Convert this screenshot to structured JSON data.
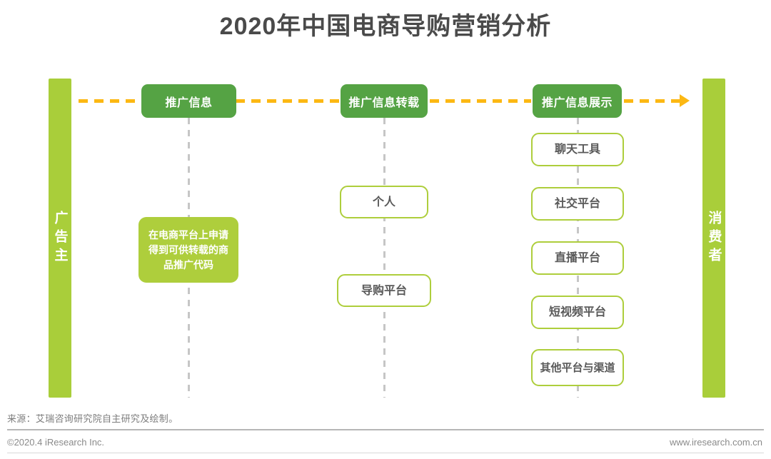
{
  "title": "2020年中国电商导购营销分析",
  "actors": {
    "left": {
      "name": "advertiser",
      "label": "广告主"
    },
    "right": {
      "name": "consumer",
      "label": "消费者"
    }
  },
  "stages": [
    {
      "id": "stage-1",
      "header": "推广信息"
    },
    {
      "id": "stage-2",
      "header": "推广信息转载"
    },
    {
      "id": "stage-3",
      "header": "推广信息展示"
    }
  ],
  "column1": {
    "filled_box": "在电商平台上申请得到可供转载的商品推广代码"
  },
  "column2": {
    "boxes": [
      {
        "label": "个人"
      },
      {
        "label": "导购平台"
      }
    ]
  },
  "column3": {
    "boxes": [
      {
        "label": "聊天工具"
      },
      {
        "label": "社交平台"
      },
      {
        "label": "直播平台"
      },
      {
        "label": "短视频平台"
      },
      {
        "line1": "其他",
        "line2": "平台与渠道"
      }
    ]
  },
  "footer": {
    "source": "来源：艾瑞咨询研究院自主研究及绘制。",
    "copyright": "©2020.4 iResearch Inc.",
    "website": "www.iresearch.com.cn"
  },
  "colors": {
    "bar_green": "#a9ce3a",
    "header_green": "#55a344",
    "fill_green": "#aece3c",
    "flow_orange": "#fcb813",
    "dash_gray": "#c6c6c6",
    "title_gray": "#4a4a4a",
    "box_text_gray": "#595959"
  }
}
